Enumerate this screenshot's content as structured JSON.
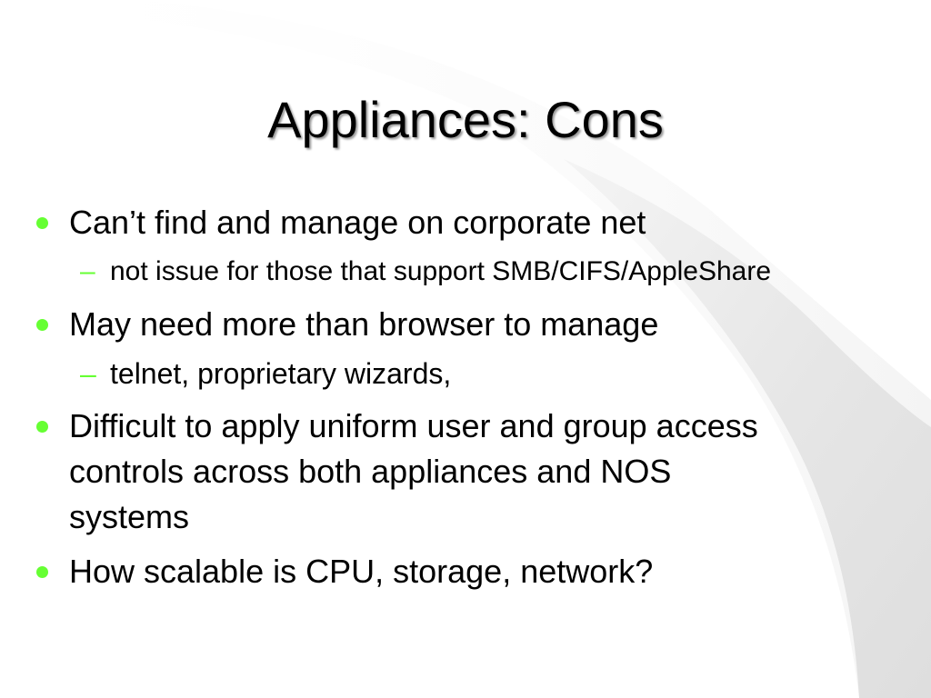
{
  "slide": {
    "title": "Appliances: Cons",
    "bullets": [
      {
        "text": "Can’t find and manage on corporate net",
        "sub": [
          {
            "text": "not issue for those that support SMB/CIFS/AppleShare"
          }
        ]
      },
      {
        "text": "May need more than browser to manage",
        "sub": [
          {
            "text": "telnet, proprietary wizards,"
          }
        ]
      },
      {
        "text": "Difficult to apply uniform user and group access controls across both appliances and NOS systems",
        "sub": []
      },
      {
        "text": "How scalable is CPU, storage, network?",
        "sub": []
      }
    ],
    "bullet_marker": "●",
    "sub_marker": "–"
  },
  "colors": {
    "accent": "#66ff33",
    "text": "#000000",
    "swoosh": "#e4e4e4"
  }
}
